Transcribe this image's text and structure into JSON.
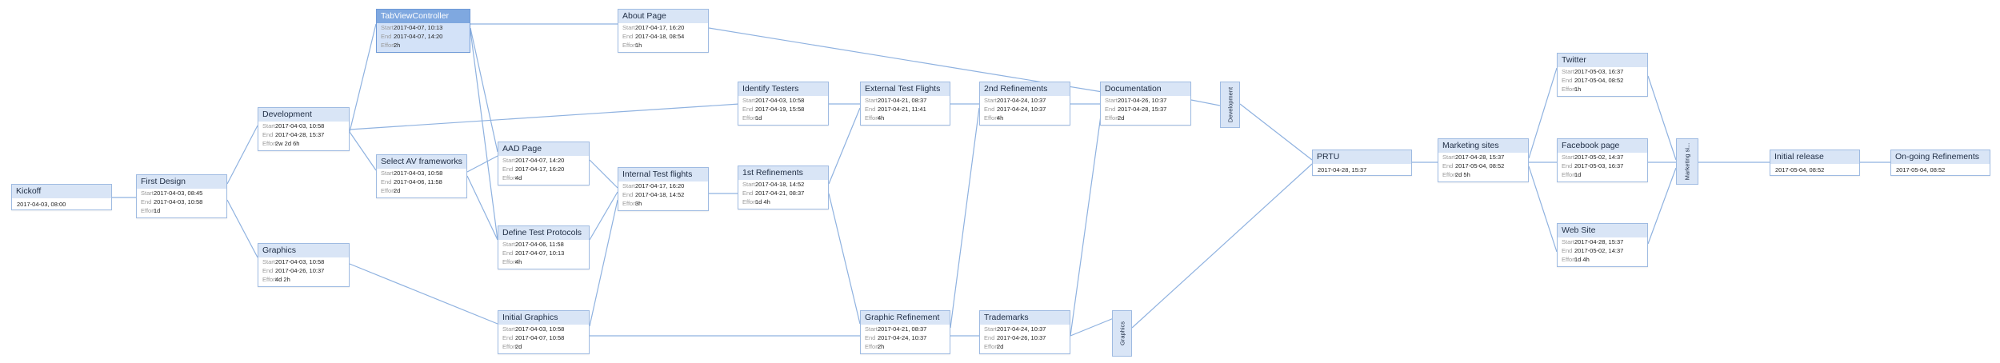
{
  "labels": {
    "start": "Start",
    "end": "End",
    "effort": "Effort"
  },
  "tasks": {
    "first_design": {
      "title": "First Design",
      "start": "2017-04-03, 08:45",
      "end": "2017-04-03, 10:58",
      "effort": "1d"
    },
    "development": {
      "title": "Development",
      "start": "2017-04-03, 10:58",
      "end": "2017-04-28, 15:37",
      "effort": "2w 2d 6h"
    },
    "graphics": {
      "title": "Graphics",
      "start": "2017-04-03, 10:58",
      "end": "2017-04-26, 10:37",
      "effort": "4d 2h"
    },
    "tabview": {
      "title": "TabViewController",
      "start": "2017-04-07, 10:13",
      "end": "2017-04-07, 14:20",
      "effort": "2h"
    },
    "select_av": {
      "title": "Select AV frameworks",
      "start": "2017-04-03, 10:58",
      "end": "2017-04-06, 11:58",
      "effort": "2d"
    },
    "about_page": {
      "title": "About Page",
      "start": "2017-04-17, 16:20",
      "end": "2017-04-18, 08:54",
      "effort": "1h"
    },
    "aad_page": {
      "title": "AAD Page",
      "start": "2017-04-07, 14:20",
      "end": "2017-04-17, 16:20",
      "effort": "4d"
    },
    "define_test": {
      "title": "Define Test Protocols",
      "start": "2017-04-06, 11:58",
      "end": "2017-04-07, 10:13",
      "effort": "4h"
    },
    "initial_graphics": {
      "title": "Initial Graphics",
      "start": "2017-04-03, 10:58",
      "end": "2017-04-07, 10:58",
      "effort": "2d"
    },
    "internal_test": {
      "title": "Internal Test flights",
      "start": "2017-04-17, 16:20",
      "end": "2017-04-18, 14:52",
      "effort": "3h"
    },
    "identify_testers": {
      "title": "Identify Testers",
      "start": "2017-04-03, 10:58",
      "end": "2017-04-19, 15:58",
      "effort": "1d"
    },
    "first_ref": {
      "title": "1st Refinements",
      "start": "2017-04-18, 14:52",
      "end": "2017-04-21, 08:37",
      "effort": "1d 4h"
    },
    "external_test": {
      "title": "External Test Flights",
      "start": "2017-04-21, 08:37",
      "end": "2017-04-21, 11:41",
      "effort": "4h"
    },
    "graphic_ref": {
      "title": "Graphic Refinement",
      "start": "2017-04-21, 08:37",
      "end": "2017-04-24, 10:37",
      "effort": "2h"
    },
    "second_ref": {
      "title": "2nd Refinements",
      "start": "2017-04-24, 10:37",
      "end": "2017-04-24, 10:37",
      "effort": "4h"
    },
    "trademarks": {
      "title": "Trademarks",
      "start": "2017-04-24, 10:37",
      "end": "2017-04-26, 10:37",
      "effort": "2d"
    },
    "documentation": {
      "title": "Documentation",
      "start": "2017-04-26, 10:37",
      "end": "2017-04-28, 15:37",
      "effort": "2d"
    },
    "marketing_sites": {
      "title": "Marketing sites",
      "start": "2017-04-28, 15:37",
      "end": "2017-05-04, 08:52",
      "effort": "2d 5h"
    },
    "twitter": {
      "title": "Twitter",
      "start": "2017-05-03, 16:37",
      "end": "2017-05-04, 08:52",
      "effort": "1h"
    },
    "facebook": {
      "title": "Facebook page",
      "start": "2017-05-02, 14:37",
      "end": "2017-05-03, 16:37",
      "effort": "1d"
    },
    "website": {
      "title": "Web Site",
      "start": "2017-04-28, 15:37",
      "end": "2017-05-02, 14:37",
      "effort": "1d 4h"
    }
  },
  "milestones": {
    "kickoff": {
      "title": "Kickoff",
      "date": "2017-04-03, 08:00"
    },
    "prtu": {
      "title": "PRTU",
      "date": "2017-04-28, 15:37"
    },
    "initial_release": {
      "title": "Initial release",
      "date": "2017-05-04, 08:52"
    },
    "ongoing": {
      "title": "On-going Refinements",
      "date": "2017-05-04, 08:52"
    }
  },
  "group_ends": {
    "development": "Development",
    "graphics": "Graphics",
    "marketing": "Marketing si..."
  },
  "colors": {
    "edge": "#8fb2e0",
    "header": "#d9e5f6",
    "selected_header": "#7fa8e0",
    "border": "#9fbbe2"
  }
}
